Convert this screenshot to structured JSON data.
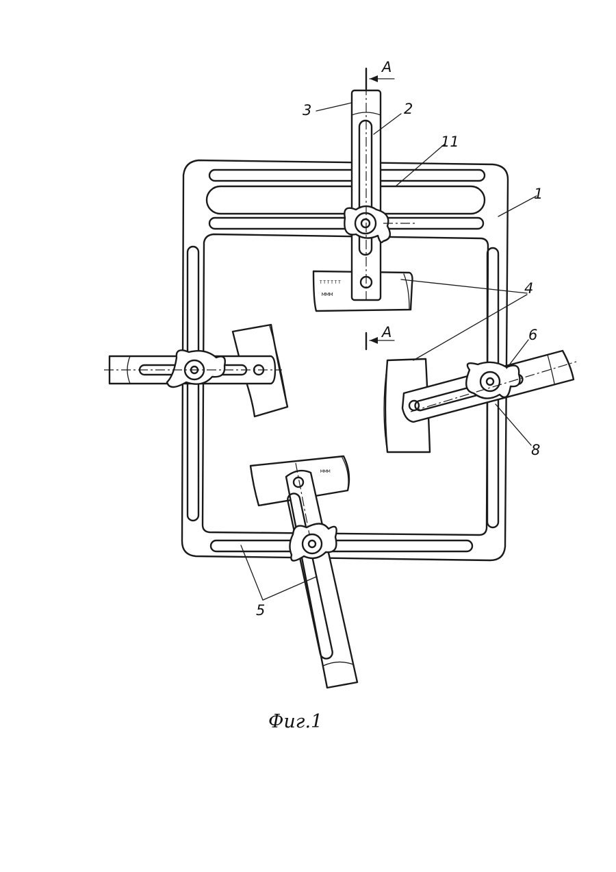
{
  "figure": {
    "caption": "Фиг.1",
    "section_mark": "A",
    "callouts": {
      "frame": "1",
      "upper_slide_bar": "2",
      "bar_end": "3",
      "jaw_plate": "4",
      "frame_slots": "5",
      "wing_nut": "6",
      "clamp_point": "8",
      "upper_slot": "11"
    }
  }
}
